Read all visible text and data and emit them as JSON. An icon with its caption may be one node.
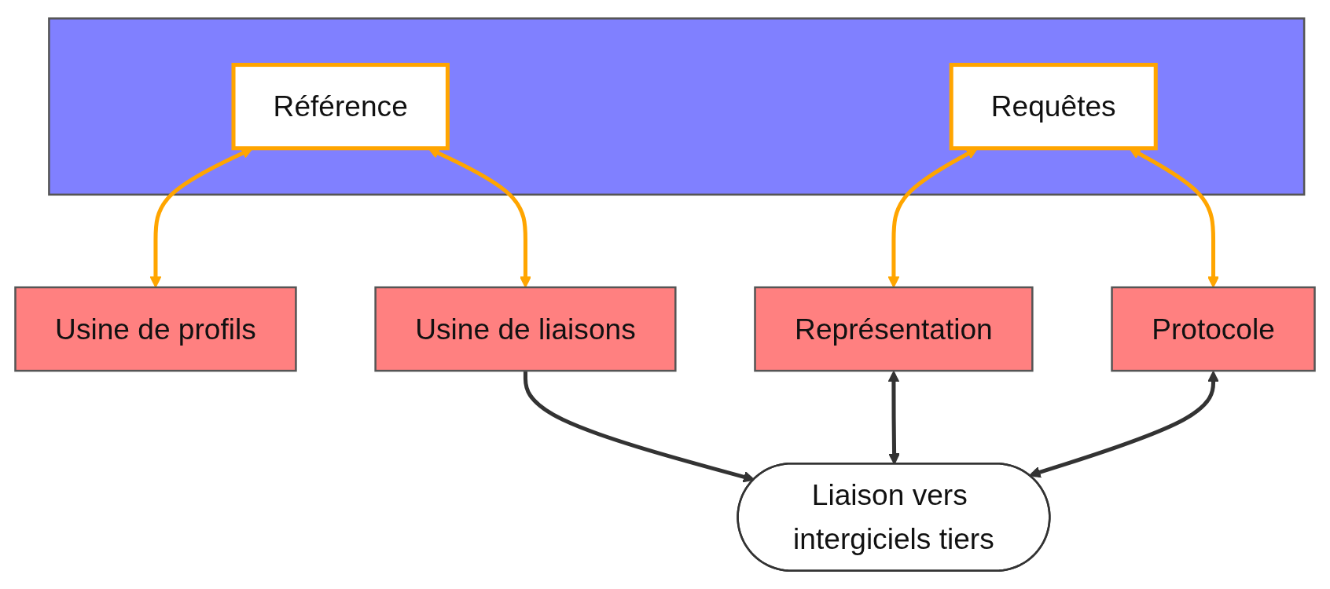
{
  "diagram": {
    "nodes": [
      {
        "text": [],
        "shape": "box"
      },
      {
        "text": [
          "Référence"
        ],
        "in": 0
      },
      {
        "text": [
          "Requêtes"
        ],
        "in": 0
      },
      {
        "text": [
          "Usine de profils"
        ]
      },
      {
        "text": [
          "Usine de liaisons"
        ]
      },
      {
        "text": [
          "Représentation"
        ]
      },
      {
        "text": [
          "Protocole"
        ]
      },
      {
        "text": [
          "Liaison vers intergiciels tiers"
        ]
      }
    ],
    "edges": [
      {
        "from": 1,
        "to": 3,
        "arrow": "both"
      },
      {
        "from": 1,
        "to": 4,
        "arrow": "both"
      },
      {
        "from": 2,
        "to": 5,
        "arrow": "both"
      },
      {
        "from": 2,
        "to": 6,
        "arrow": "both"
      },
      {
        "from": 4,
        "to": 7,
        "arrow": "to",
        "color": "#333333"
      },
      {
        "from": 5,
        "to": 7,
        "arrow": "both",
        "color": "#333333"
      },
      {
        "from": 6,
        "to": 7,
        "arrow": "both",
        "color": "#333333"
      }
    ]
  }
}
